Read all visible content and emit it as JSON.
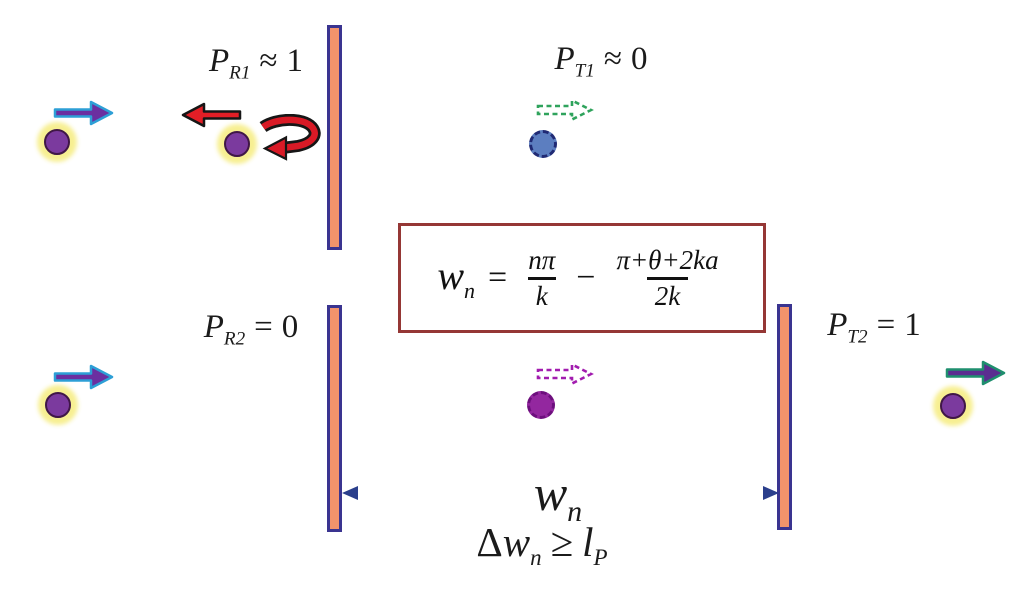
{
  "labels": {
    "pr1": {
      "base": "P",
      "sub": "R1",
      "rel": "≈",
      "value": "1"
    },
    "pt1": {
      "base": "P",
      "sub": "T1",
      "rel": "≈",
      "value": "0"
    },
    "pr2": {
      "base": "P",
      "sub": "R2",
      "rel": "=",
      "value": "0"
    },
    "pt2": {
      "base": "P",
      "sub": "T2",
      "rel": "=",
      "value": "1"
    },
    "barrier_width": {
      "base": "w",
      "sub": "n"
    },
    "planck_bound": {
      "lhs": "Δ",
      "lhs_var": "w",
      "lhs_sub": "n",
      "rel": "≥",
      "rhs": "l",
      "rhs_sub": "P"
    }
  },
  "formula": {
    "lhs": "w",
    "lhs_sub": "n",
    "equals": "=",
    "term1_num": "nπ",
    "term1_den": "k",
    "minus": "−",
    "term2_num": "π+θ+2ka",
    "term2_den": "2k"
  },
  "icons": {
    "incident_arrow_top": "solid-right-arrow",
    "reflected_arrow": "solid-left-arrow",
    "bounce_back_arrow": "red-u-turn-arrow",
    "ghost_transmitted_arrow_top": "green-dashed-right-arrow",
    "incident_arrow_bottom": "solid-right-arrow",
    "ghost_tunneling_arrow": "magenta-dashed-right-arrow",
    "transmitted_arrow_bottom": "solid-right-arrow",
    "width_measure_arrow_left": "gradient-left-arrow",
    "width_measure_arrow_right": "gradient-right-arrow",
    "incident_particle_top": "glowing-purple-particle",
    "reflected_particle": "glowing-purple-particle",
    "ghost_particle_top": "dashed-blue-particle",
    "incident_particle_bottom": "glowing-purple-particle",
    "tunneling_particle": "dashed-purple-particle",
    "transmitted_particle_bottom": "glowing-purple-particle"
  },
  "colors": {
    "background": "#ffffff",
    "text": "#1b1b1b",
    "barrier_fill": "#f2936b",
    "barrier_border": "#3a3490",
    "particle_fill": "#7b3a9e",
    "particle_glow": "#f7ee8c",
    "incident_arrow_fill": "#6b2fa0",
    "incident_arrow_border": "#2d9fd6",
    "reflected_arrow_fill": "#e31e26",
    "reflected_arrow_border": "#161616",
    "transmitted_arrow_fill": "#5b2d90",
    "transmitted_arrow_border": "#1f8f6e",
    "ghost_arrow_green": "#2fa35c",
    "ghost_arrow_magenta": "#a21caf",
    "ghost_particle_blue": "#5c7ec0",
    "tunneling_particle_purple": "#93279f",
    "formula_box_border": "#953735",
    "measure_arrowhead": "#2b3f8c",
    "measure_gradient": [
      "#2566a8",
      "#23988a",
      "#f0d53c",
      "#e08a44",
      "#c2406e"
    ]
  }
}
